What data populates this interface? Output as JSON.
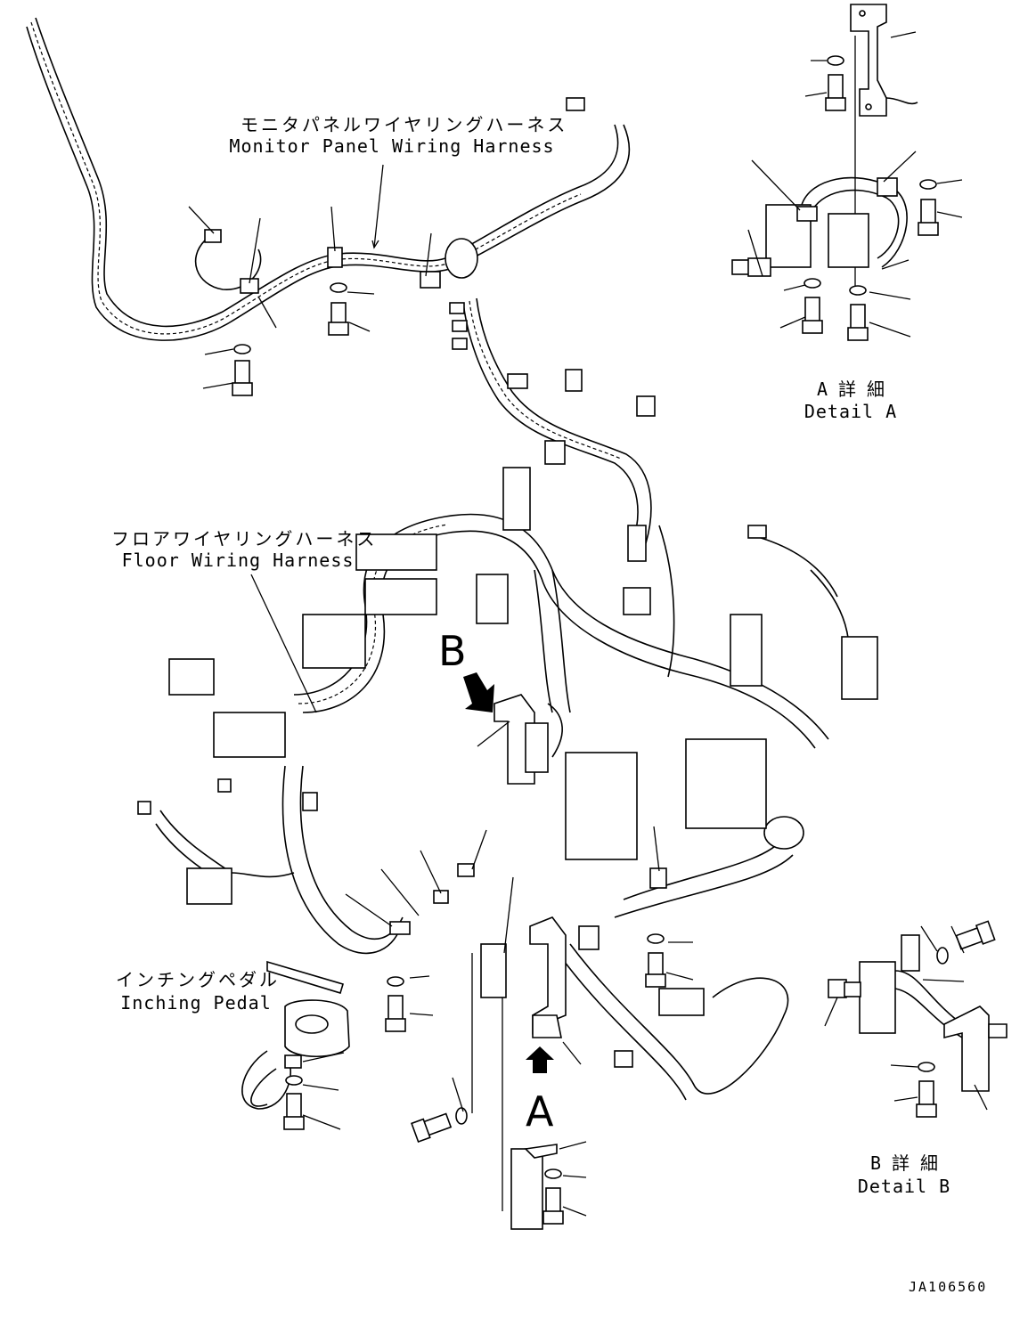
{
  "labels": {
    "monitor_harness_jp": "モニタパネルワイヤリングハーネス",
    "monitor_harness_en": "Monitor Panel Wiring Harness",
    "floor_harness_jp": "フロアワイヤリングハーネス",
    "floor_harness_en": "Floor Wiring Harness",
    "inching_pedal_jp": "インチングペダル",
    "inching_pedal_en": "Inching Pedal",
    "detail_a_jp": "A 詳 細",
    "detail_a_en": "Detail A",
    "detail_b_jp": "B 詳 細",
    "detail_b_en": "Detail B",
    "view_a": "A",
    "view_b": "B",
    "drawing_code": "JA106560"
  }
}
